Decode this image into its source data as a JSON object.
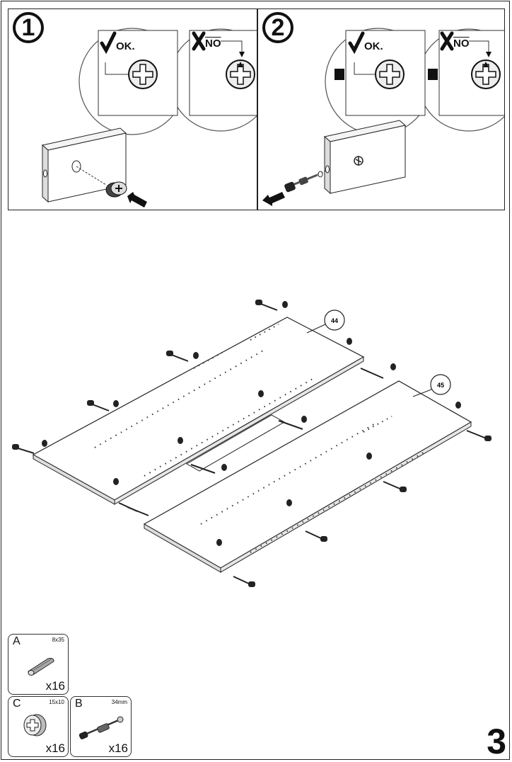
{
  "steps": [
    {
      "number": "1",
      "ok_label": "OK.",
      "no_label": "NO"
    },
    {
      "number": "2",
      "ok_label": "OK.",
      "no_label": "NO"
    }
  ],
  "panel_labels": {
    "panel_44": "44",
    "panel_45": "45"
  },
  "parts": [
    {
      "letter": "A",
      "size": "8x35",
      "qty": "x16",
      "icon": "wooden-dowel-icon"
    },
    {
      "letter": "C",
      "size": "15x10",
      "qty": "x16",
      "icon": "cam-lock-icon"
    },
    {
      "letter": "B",
      "size": "34mm",
      "qty": "x16",
      "icon": "cam-bolt-icon"
    }
  ],
  "page_number": "3",
  "colors": {
    "line": "#222222",
    "fill_light": "#f2f2f2",
    "fill_mid": "#d9d9d9",
    "hardware": "#333333"
  }
}
